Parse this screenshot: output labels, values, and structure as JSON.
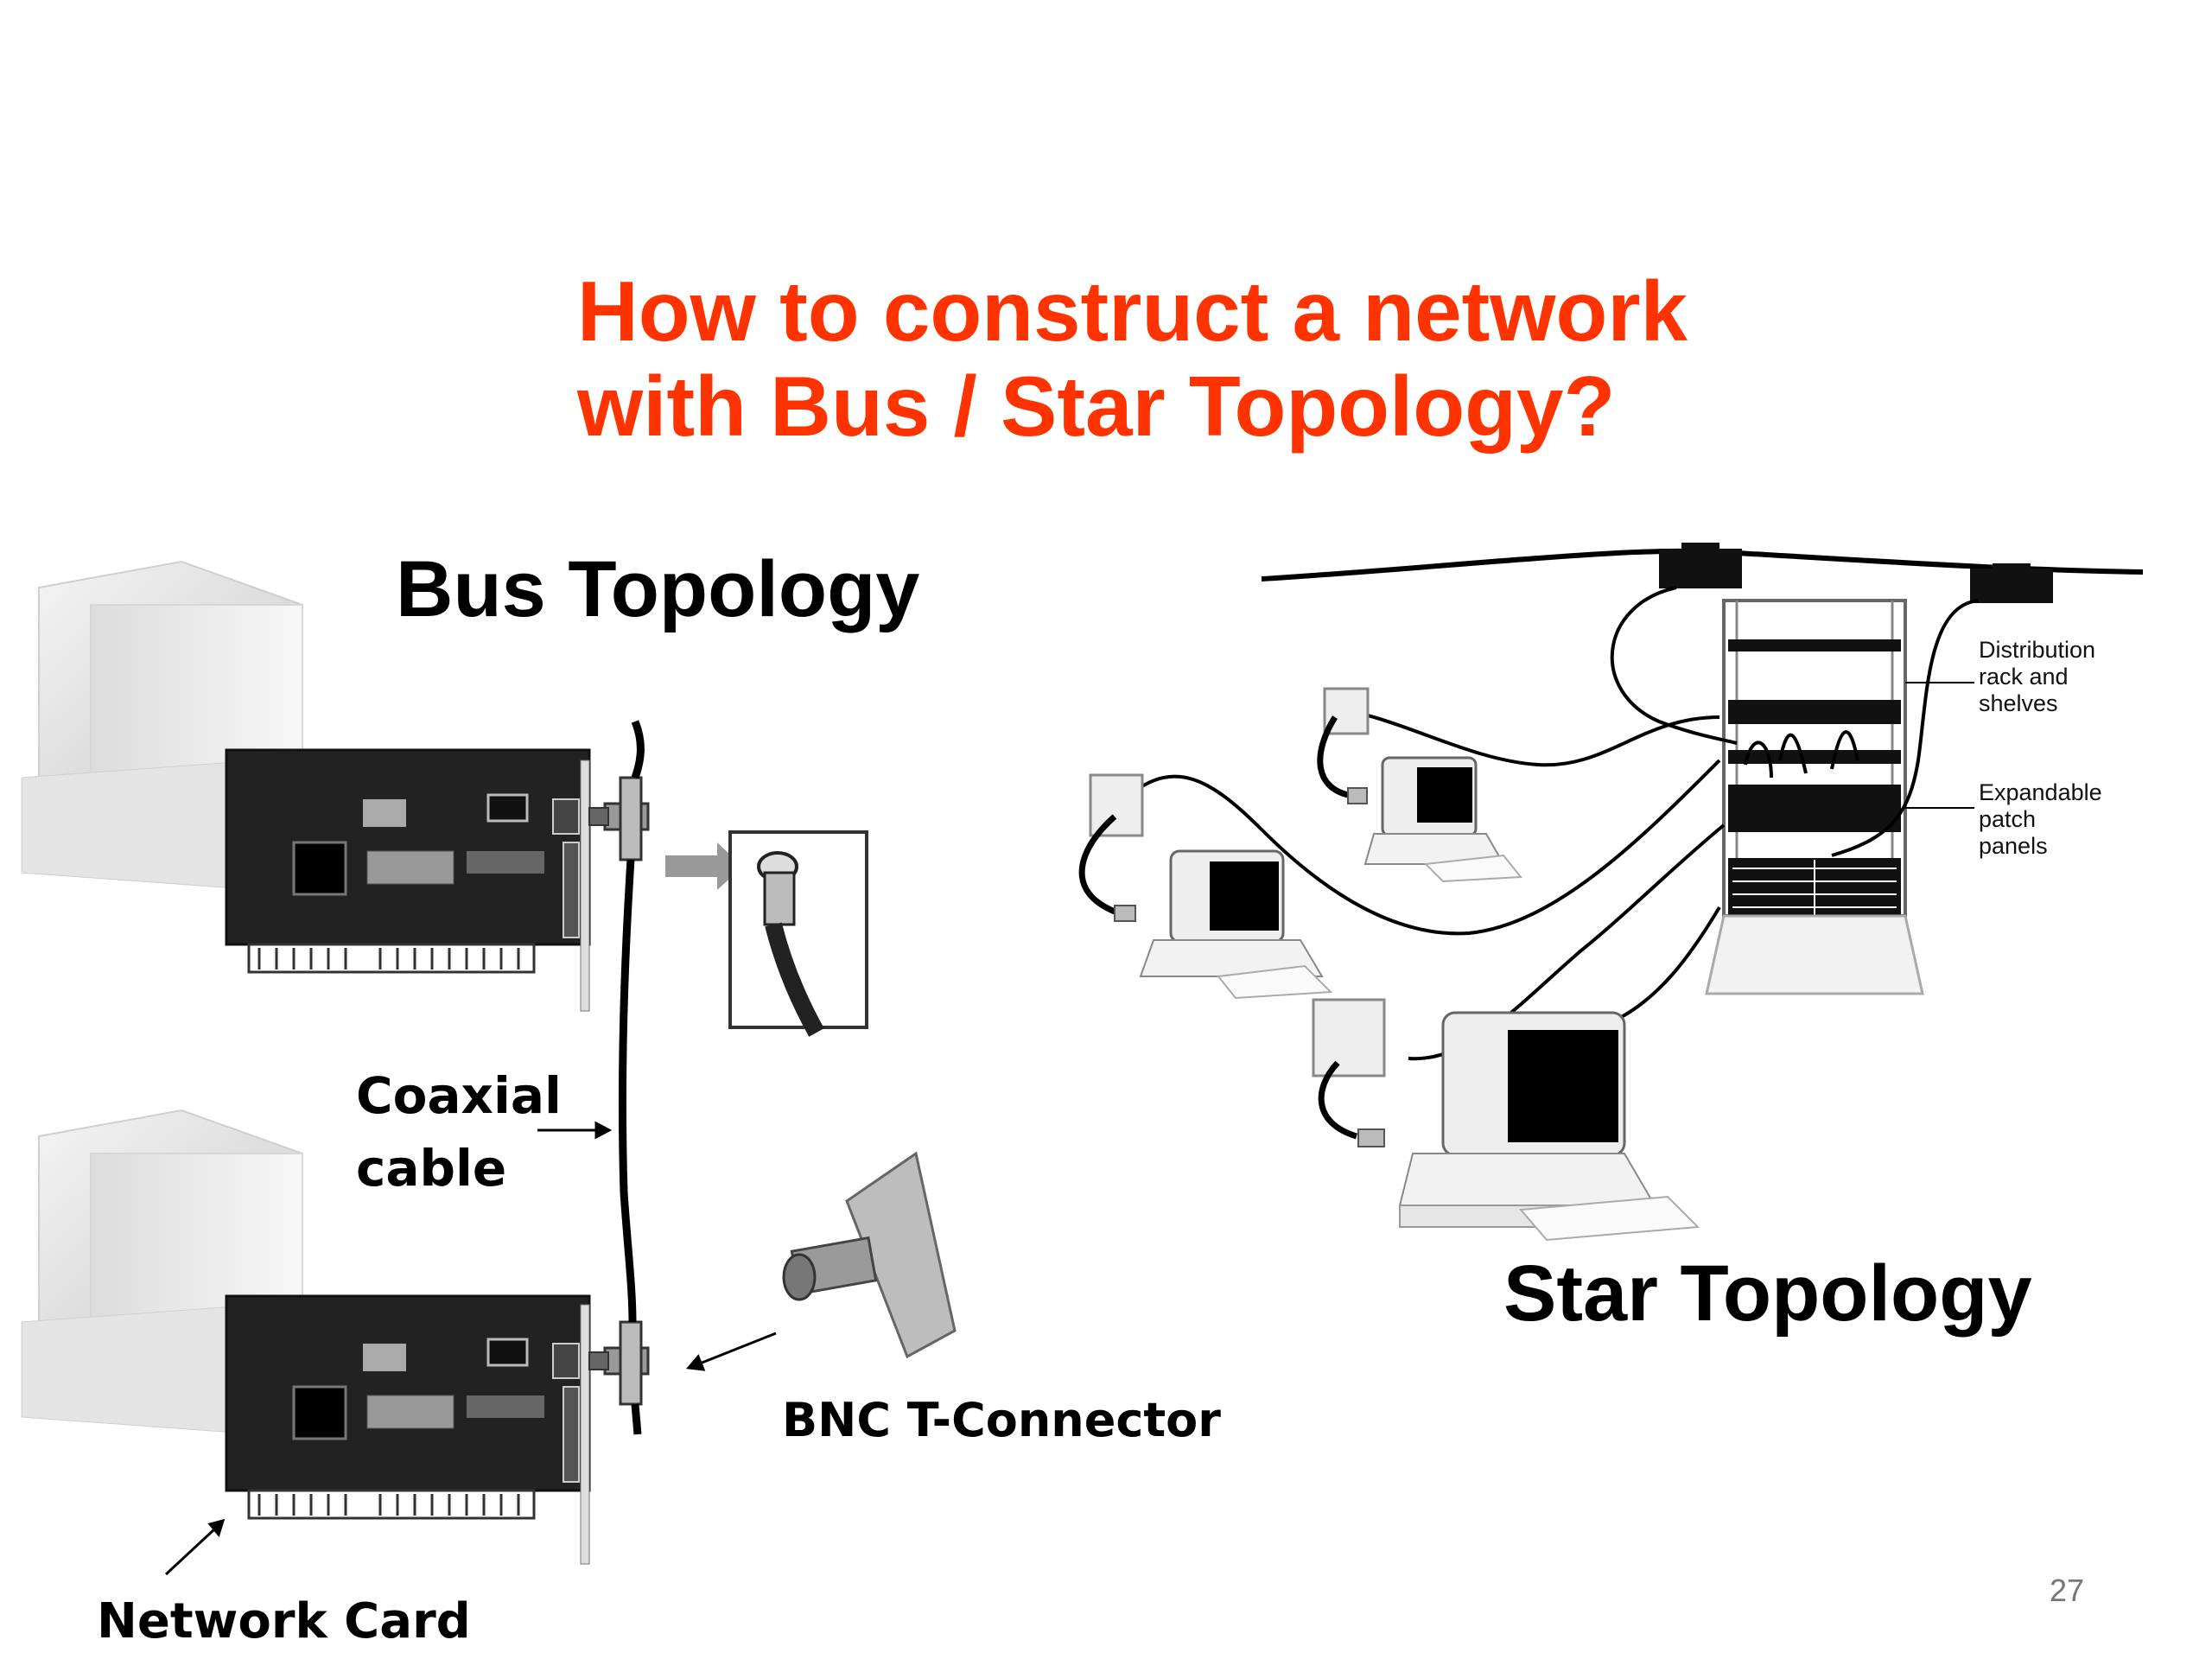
{
  "title": {
    "line1": "How to construct a network",
    "line2": "with Bus / Star Topology?"
  },
  "bus": {
    "heading": "Bus Topology",
    "coax_line1": "Coaxial",
    "coax_line2": "cable",
    "connector": "BNC T-Connector",
    "card": "Network Card"
  },
  "star": {
    "heading": "Star Topology",
    "rack_line1": "Distribution",
    "rack_line2": "rack and",
    "rack_line3": "shelves",
    "patch_line1": "Expandable",
    "patch_line2": "patch",
    "patch_line3": "panels"
  },
  "page_number": "27",
  "colors": {
    "title": "#ff3300",
    "text": "#000000"
  }
}
